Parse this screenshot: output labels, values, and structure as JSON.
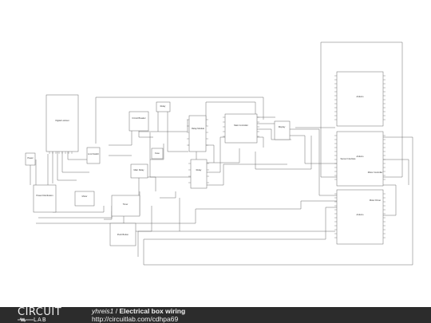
{
  "footer": {
    "logo_top": "CIRCUIT",
    "logo_bottom": "LAB",
    "author": "yhreis1",
    "separator": " / ",
    "title": "Electrical box wiring",
    "url": "http://circuitlab.com/cdhpa69"
  },
  "components": [
    {
      "id": "c1",
      "label": "Digital Lockout"
    },
    {
      "id": "c2",
      "label": "Power"
    },
    {
      "id": "c3",
      "label": "Power Distribution"
    },
    {
      "id": "c4",
      "label": "Motor"
    },
    {
      "id": "c5",
      "label": "Limit Switch"
    },
    {
      "id": "c6",
      "label": "Circuit Breaker"
    },
    {
      "id": "c7",
      "label": "Main Relay"
    },
    {
      "id": "c8",
      "label": "Fuse"
    },
    {
      "id": "c9",
      "label": "Relay"
    },
    {
      "id": "c10",
      "label": "Relay"
    },
    {
      "id": "c11",
      "label": "Relay Module"
    },
    {
      "id": "c12",
      "label": "Push Button"
    },
    {
      "id": "c13",
      "label": "Main Controller"
    },
    {
      "id": "c14",
      "label": "Display"
    },
    {
      "id": "c15",
      "label": "Timer"
    },
    {
      "id": "c16",
      "label": "Arduino"
    },
    {
      "id": "c17",
      "label": "Arduino"
    },
    {
      "id": "c18",
      "label": "Arduino"
    },
    {
      "id": "c19",
      "label": "Sensor Interface"
    },
    {
      "id": "c20",
      "label": "Motor Controller"
    },
    {
      "id": "c21",
      "label": "Motor Driver"
    }
  ]
}
